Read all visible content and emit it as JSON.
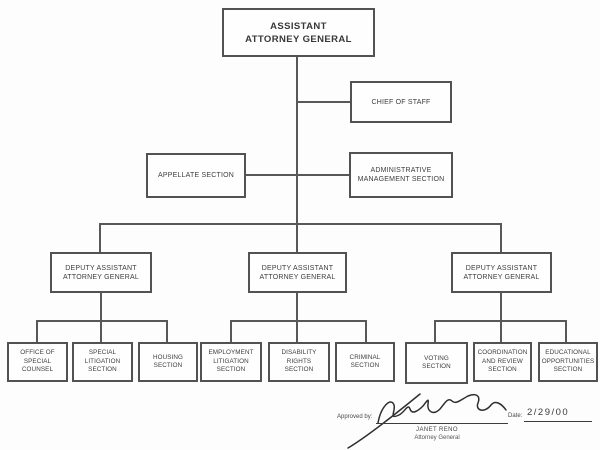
{
  "chart": {
    "boxes": {
      "assistant_attorney_general": "ASSISTANT\nATTORNEY GENERAL",
      "chief_of_staff": "CHIEF OF STAFF",
      "appellate_section": "APPELLATE SECTION",
      "administrative_management_section": "ADMINISTRATIVE\nMANAGEMENT SECTION",
      "deputy_1": "DEPUTY ASSISTANT\nATTORNEY GENERAL",
      "deputy_2": "DEPUTY ASSISTANT\nATTORNEY GENERAL",
      "deputy_3": "DEPUTY ASSISTANT\nATTORNEY GENERAL",
      "office_of_special_counsel": "OFFICE OF\nSPECIAL\nCOUNSEL",
      "special_litigation_section": "SPECIAL\nLITIGATION\nSECTION",
      "housing_section": "HOUSING\nSECTION",
      "employment_litigation_section": "EMPLOYMENT\nLITIGATION\nSECTION",
      "disability_rights_section": "DISABILITY\nRIGHTS\nSECTION",
      "criminal_section": "CRIMINAL\nSECTION",
      "voting_section": "VOTING\nSECTION",
      "coordination_and_review_section": "COORDINATION\nAND REVIEW\nSECTION",
      "educational_opportunities_section": "EDUCATIONAL\nOPPORTUNITIES\nSECTION"
    }
  },
  "approval": {
    "approved_by_label": "Approved by:",
    "signatory_name": "JANET RENO",
    "signatory_title": "Attorney General",
    "date_label": "Date:",
    "date_value": "2/29/00"
  },
  "colors": {
    "line": "#585858",
    "box_border": "#525252",
    "text": "#3d3d3d",
    "background": "#fdfdfd"
  }
}
